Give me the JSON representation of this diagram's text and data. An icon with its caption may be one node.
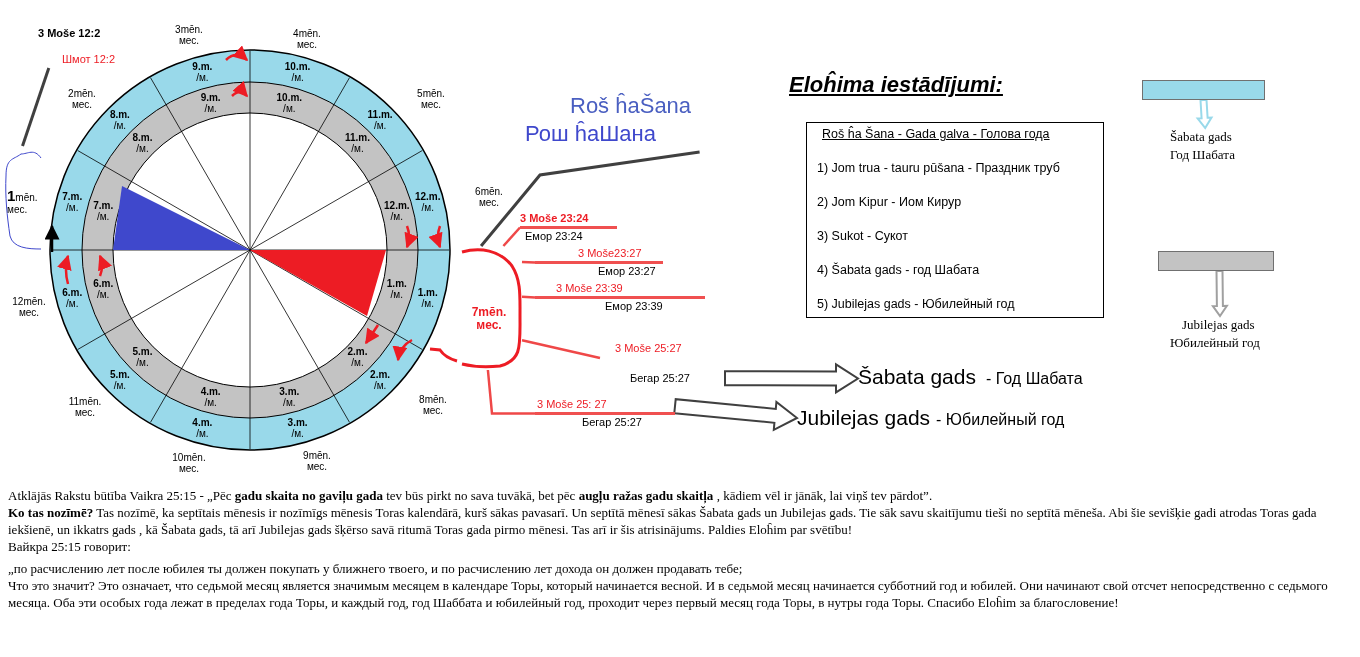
{
  "diagram": {
    "title": "Eloĥima iestādījumi:",
    "nodes": [
      {
        "text": [
          "3 Moše 12:2",
          "Шмот 12:2"
        ]
      },
      {
        "text": [
          "**1**mēn. мес."
        ]
      },
      {
        "text": [
          "7mēn. мес."
        ]
      },
      {
        "text": [
          "Roš ĥaŠana",
          "Рош ĥaШана"
        ]
      },
      {
        "text": [
          "3 Moše 23:24",
          "Емор 23:24"
        ]
      },
      {
        "text": [
          "3 Moše23:27",
          "Емор 23:27"
        ]
      },
      {
        "text": [
          "3 Moše 23:39",
          "Емор 23:39"
        ]
      },
      {
        "text": [
          "3 Moše 25:27",
          "Бегар 25:27"
        ]
      },
      {
        "text": [
          "3 Moše 25: 27",
          "Бегар 25:27"
        ]
      },
      {
        "text": [
          "Šabata gads",
          "- Год Шабата"
        ]
      },
      {
        "text": [
          "Jubilejas gads",
          "- Юбилейный год"
        ]
      },
      {
        "text": [
          "Roš ĥa Šana - Gada galva - Голова года",
          "1) Jom trua - tauru pūšana - Праздник труб",
          "2) Jom Kipur - Иом Кирур",
          "3) Sukot - Сукот",
          "4) Šabata gads - год Шабата",
          "5) Jubilejas gads - Юбилейный год"
        ]
      },
      {
        "text": [],
        "shape": "bar"
      },
      {
        "text": [
          "Šabata gads",
          "Год Шабата"
        ]
      },
      {
        "text": [],
        "shape": "bar"
      },
      {
        "text": [
          "Jubilejas gads",
          "Юбилейный год"
        ]
      }
    ],
    "edges": [
      {
        "from": 0,
        "to": 1,
        "arrow": "none",
        "color": "#404040"
      },
      {
        "from": 3,
        "to": 2,
        "arrow": "none",
        "color": "#404040"
      },
      {
        "from": 2,
        "to": 4,
        "arrow": "none"
      },
      {
        "from": 2,
        "to": 5,
        "arrow": "none"
      },
      {
        "from": 2,
        "to": 6,
        "arrow": "none"
      },
      {
        "from": 2,
        "to": 7,
        "arrow": "none"
      },
      {
        "from": 2,
        "to": 8,
        "arrow": "none"
      },
      {
        "from": 7,
        "to": 9,
        "arrow": "to",
        "style": "thick",
        "color": "#404040"
      },
      {
        "from": 8,
        "to": 10,
        "arrow": "to",
        "style": "thick",
        "color": "#404040"
      },
      {
        "from": 12,
        "to": 13,
        "arrow": "to",
        "style": "thick",
        "color": "#99d9ea"
      },
      {
        "from": 14,
        "to": 15,
        "arrow": "to",
        "style": "thick",
        "color": "#a0a0a0"
      }
    ],
    "labels": [
      "2mēn. мес.",
      "3mēn. мес.",
      "4mēn. мес.",
      "5mēn. мес.",
      "6mēn. мес.",
      "8mēn. мес.",
      "9mēn. мес.",
      "10mēn. мес.",
      "11mēn. мес.",
      "12mēn. мес.",
      "**10.m.** /м.",
      "**11.m.** /м.",
      "**12.m.** /м.",
      "**1.m.** /м.",
      "**2.m.** /м.",
      "**3.m.** /м.",
      "**4.m.** /м.",
      "**5.m.** /м.",
      "**6.m.** /м.",
      "**7.m.** /м.",
      "**8.m.** /м.",
      "**9.m.** /м.",
      "**10.m.** /м.",
      "**11.m.** /м.",
      "**12.m.** /м.",
      "**1.m.** /м.",
      "**2.m.** /м.",
      "**3.m.** /м.",
      "**4.m.** /м.",
      "**5.m.** /м.",
      "**6.m.** /м.",
      "**7.m.** /м.",
      "**8.m.** /м.",
      "**9.m.** /м.",
      "Atklājās Rakstu būtība Vaikra 25:15 - „Pēc **gadu skaita no gaviļu gada** tev būs pirkt no sava tuvākā, bet pēc **augļu ražas gadu skaitļa** , kādiem vēl ir jānāk, lai viņš tev pārdot”.",
      "**Ko tas nozīmē?** Tas nozīmē, ka septītais mēnesis ir nozīmīgs mēnesis Toras kalendārā, kurš sākas pavasarī. Un septītā mēnesī sākas Šabata gads un Jubilejas gads. Tie sāk savu skaitījumu tieši no septītā mēneša. Abi šie sevišķie gadi atrodas Toras gada iekšienē, un ikkatrs gads , kā Šabata gads, tā arī Jubilejas gads šķērso savā ritumā Toras gada pirmo mēnesi. Tas arī ir šis atrisinājums. Paldies Eloĥim par svētību!",
      "Вайкра 25:15 говорит:",
      "„по расчислению лет после юбилея ты должен покупать у ближнего твоего, и по расчислению лет дохода он должен продавать тебе;",
      "Что это значит? Это означает, что седьмой месяц является значимым месяцем в календаре Торы, который начинается весной. И в седьмой месяц начинается субботний год и юбилей. Они начинают свой отсчет непосредственно с седьмого месяца. Оба эти особых года лежат в пределах года Торы, и каждый год, год Шаббата и юбилейный год, проходит через первый месяц года Торы, в нутры года Торы.  Спасибо Eloĥim за благословение!"
    ]
  }
}
